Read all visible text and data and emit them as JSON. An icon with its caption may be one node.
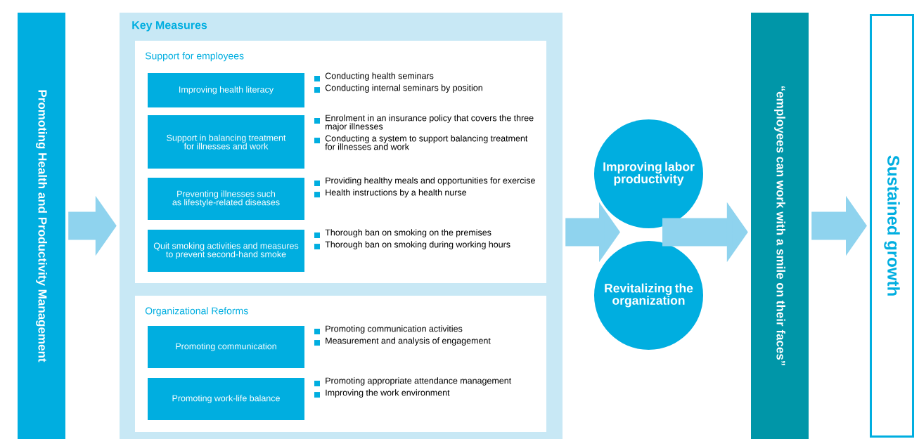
{
  "diagram": {
    "nodes": [
      {
        "text": [
          "Promoting Health and Productivity Management"
        ]
      },
      {
        "text": [
          "Key Measures"
        ]
      },
      {
        "text": [
          "Support for employees"
        ],
        "in": 1
      },
      {
        "text": [
          "Improving health literacy"
        ],
        "in": 2,
        "beside": [
          "Conducting health seminars",
          "Conducting internal seminars by position"
        ]
      },
      {
        "text": [
          "Support in balancing treatment for illnesses and work"
        ],
        "in": 2,
        "beside": [
          "Enrolment in an insurance policy that covers the three major illnesses",
          "Conducting a system to support balancing treatment for illnesses and work"
        ]
      },
      {
        "text": [
          "Preventing illnesses such as lifestyle-related diseases"
        ],
        "in": 2,
        "beside": [
          "Providing healthy meals and opportunities for exercise",
          "Health instructions by a health nurse"
        ]
      },
      {
        "text": [
          "Quit smoking activities and measures to prevent second-hand smoke"
        ],
        "in": 2,
        "beside": [
          "Thorough ban on smoking on the premises",
          "Thorough ban on smoking during working hours"
        ]
      },
      {
        "text": [
          "Organizational Reforms"
        ],
        "in": 1
      },
      {
        "text": [
          "Promoting communication"
        ],
        "in": 7,
        "beside": [
          "Promoting communication activities",
          "Measurement and analysis of engagement"
        ]
      },
      {
        "text": [
          "Promoting work-life balance"
        ],
        "in": 7,
        "beside": [
          "Promoting appropriate attendance management",
          "Improving the work environment"
        ]
      },
      {
        "text": [
          "Improving labor productivity"
        ]
      },
      {
        "text": [
          "Revitalizing the organization"
        ]
      },
      {
        "text": [
          "“employees can work with a smile on their faces”"
        ]
      },
      {
        "text": [
          "Sustained growth"
        ]
      }
    ],
    "edges": [
      {
        "from": 0,
        "to": 1,
        "arrow": "to"
      },
      {
        "from": 1,
        "to": 10,
        "arrow": "to"
      },
      {
        "from": 1,
        "to": 11,
        "arrow": "to"
      },
      {
        "from": 10,
        "to": 12,
        "arrow": "to"
      },
      {
        "from": 11,
        "to": 12,
        "arrow": "to"
      },
      {
        "from": 12,
        "to": 13,
        "arrow": "to"
      }
    ]
  }
}
